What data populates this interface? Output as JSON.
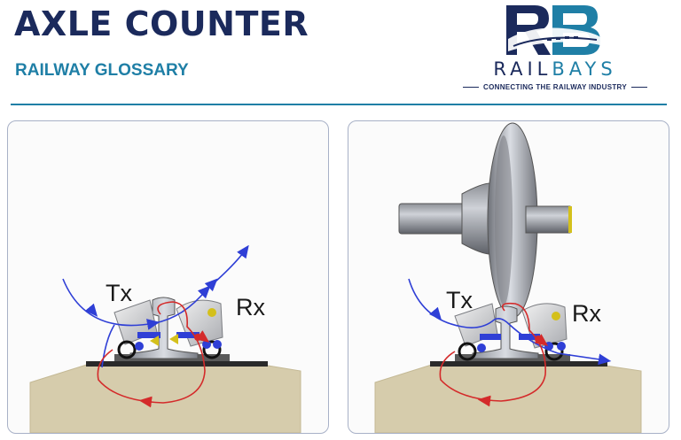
{
  "header": {
    "title": "AXLE COUNTER",
    "subtitle": "RAILWAY GLOSSARY"
  },
  "logo": {
    "mark_text": "RB",
    "name_part1": "RAIL",
    "name_part2": "BAYS",
    "tagline": "CONNECTING THE RAILWAY INDUSTRY"
  },
  "colors": {
    "title": "#1b2a5c",
    "accent": "#1f7fa6",
    "field_tx": "#2f3fd6",
    "field_rx": "#d42a2a",
    "ballast": "#d6ccac"
  },
  "panels": [
    {
      "state": "no-axle",
      "tx_label": "Tx",
      "rx_label": "Rx"
    },
    {
      "state": "axle-present",
      "tx_label": "Tx",
      "rx_label": "Rx"
    }
  ],
  "icons": [
    "train-icon",
    "wheelset-icon",
    "rail-icon",
    "sensor-head-icon"
  ]
}
